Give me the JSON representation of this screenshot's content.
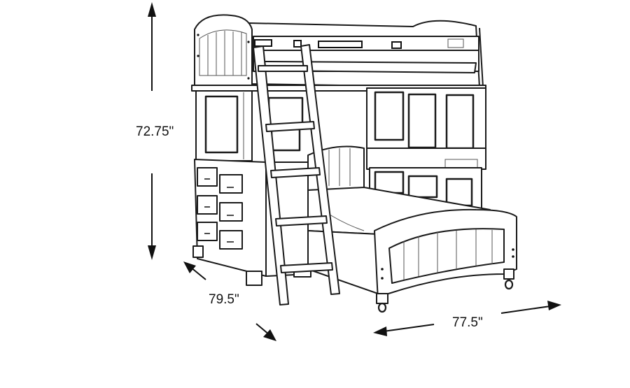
{
  "figure": {
    "subject": "Loft bed with dresser, ladder, desk and trundle twin bed - line drawing",
    "colors": {
      "line": "#1a1a1a",
      "background": "#ffffff",
      "text": "#111111"
    }
  },
  "dimensions": {
    "height": {
      "label": "72.75\"",
      "value": 72.75,
      "unit": "in",
      "orientation": "vertical"
    },
    "depth": {
      "label": "79.5\"",
      "value": 79.5,
      "unit": "in",
      "orientation": "diagonal-left"
    },
    "width": {
      "label": "77.5\"",
      "value": 77.5,
      "unit": "in",
      "orientation": "diagonal-right"
    }
  }
}
